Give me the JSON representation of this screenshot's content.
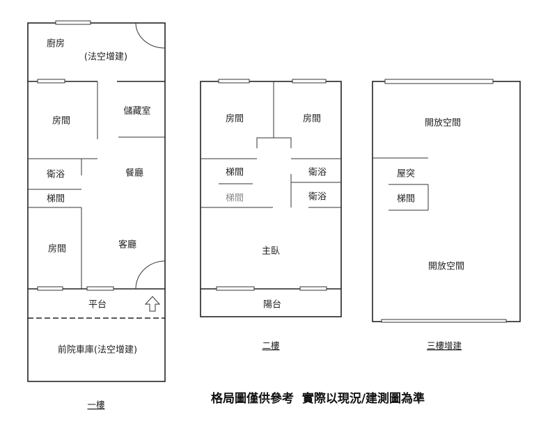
{
  "floor1": {
    "title": "一樓",
    "rooms": {
      "kitchen": "廚房",
      "kitchen_note": "(法空增建)",
      "bedroom_top": "房間",
      "storage": "儲藏室",
      "bathroom": "衛浴",
      "dining": "餐廳",
      "stairs": "梯間",
      "bedroom_bottom": "房間",
      "living": "客廳",
      "platform": "平台",
      "garage": "前院車庫(法空增建)"
    }
  },
  "floor2": {
    "title": "二樓",
    "rooms": {
      "bedroom_left": "房間",
      "bedroom_right": "房間",
      "stairs_1": "梯間",
      "stairs_2": "梯間",
      "bathroom_1": "衛浴",
      "bathroom_2": "衛浴",
      "master": "主臥",
      "balcony": "陽台"
    }
  },
  "floor3": {
    "title": "三樓增建",
    "rooms": {
      "open_top": "開放空間",
      "roof_protrusion": "屋突",
      "stairs": "梯間",
      "open_bottom": "開放空間"
    }
  },
  "note": "格局圖僅供參考  實際以現況/建測圖為準"
}
